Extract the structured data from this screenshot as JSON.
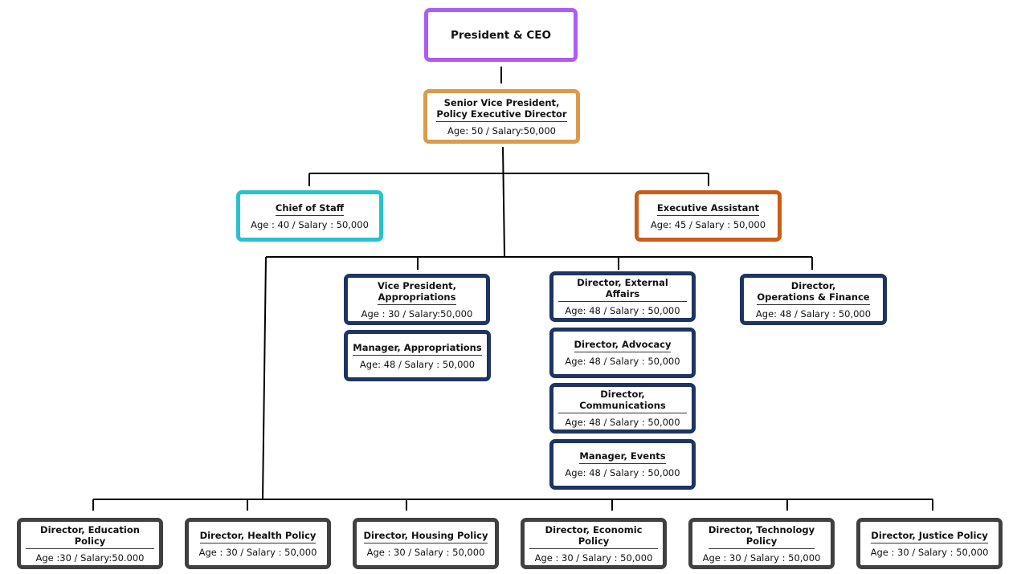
{
  "ceo": {
    "title": "President & CEO"
  },
  "svp": {
    "title": "Senior Vice President,\nPolicy Executive Director",
    "detail": "Age: 50 / Salary:50,000"
  },
  "chief_of_staff": {
    "title": "Chief of Staff",
    "detail": "Age : 40 / Salary : 50,000"
  },
  "exec_assistant": {
    "title": "Executive Assistant",
    "detail": "Age: 45 / Salary : 50,000"
  },
  "vp_appropriations": {
    "title": "Vice President,\nAppropriations",
    "detail": "Age : 30 / Salary:50,000"
  },
  "mgr_appropriations": {
    "title": "Manager, Appropriations",
    "detail": "Age: 48 / Salary : 50,000"
  },
  "dir_external": {
    "title": "Director, External Affairs",
    "detail": "Age: 48 / Salary : 50,000"
  },
  "dir_advocacy": {
    "title": "Director, Advocacy",
    "detail": "Age: 48 / Salary : 50,000"
  },
  "dir_comms": {
    "title": "Director, Communications",
    "detail": "Age: 48 / Salary : 50,000"
  },
  "mgr_events": {
    "title": "Manager, Events",
    "detail": "Age: 48 / Salary : 50,000"
  },
  "dir_ops": {
    "title": "Director,\nOperations & Finance",
    "detail": "Age: 48 / Salary : 50,000"
  },
  "policy": [
    {
      "title": "Director, Education Policy",
      "detail": "Age :30 / Salary:50.000"
    },
    {
      "title": "Director, Health Policy",
      "detail": "Age : 30 / Salary : 50,000"
    },
    {
      "title": "Director, Housing Policy",
      "detail": "Age : 30 / Salary : 50,000"
    },
    {
      "title": "Director, Economic Policy",
      "detail": "Age : 30 / Salary : 50,000"
    },
    {
      "title": "Director, Technology\nPolicy",
      "detail": "Age : 30 / Salary : 50,000"
    },
    {
      "title": "Director, Justice Policy",
      "detail": "Age : 30 / Salary : 50,000"
    }
  ],
  "colors": {
    "ceo": "#b15bf5",
    "svp": "#dc9a4c",
    "chief_of_staff": "#27c2cd",
    "exec_assistant": "#cc5c18",
    "mid_level": "#1e3462",
    "policy_level": "#404040"
  }
}
